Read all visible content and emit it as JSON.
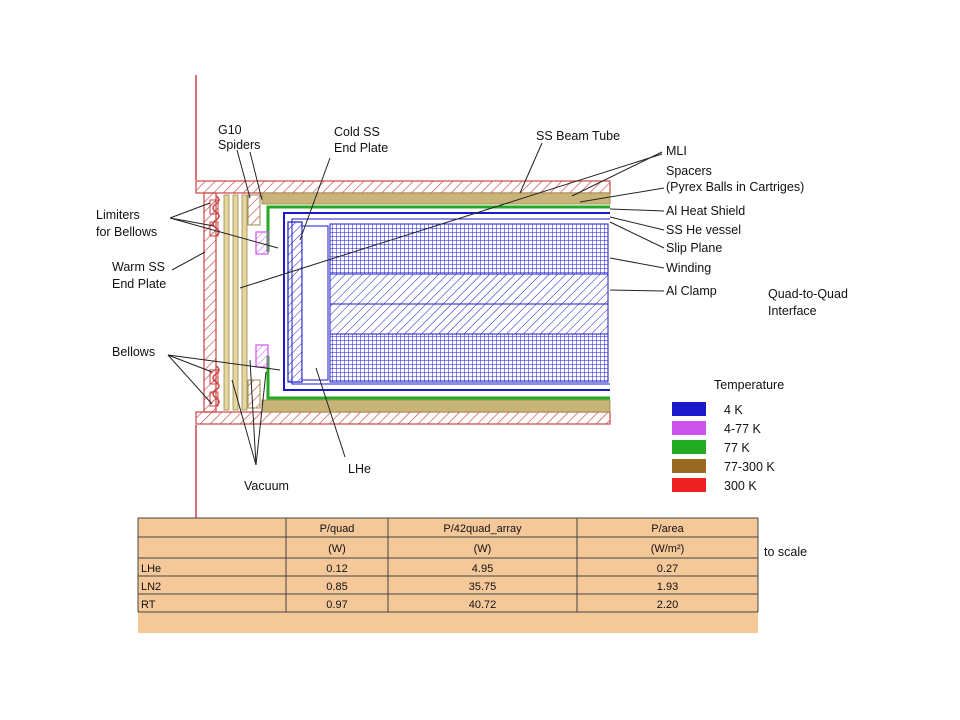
{
  "labels": {
    "g10_line1": "G10",
    "g10_line2": "Spiders",
    "cold_ss_line1": "Cold SS",
    "cold_ss_line2": "End Plate",
    "ss_beam_tube": "SS Beam Tube",
    "mli": "MLI",
    "spacers_line1": "Spacers",
    "spacers_line2": "(Pyrex Balls in Cartriges)",
    "al_heat_shield": "Al Heat Shield",
    "ss_he_vessel": "SS He vessel",
    "slip_plane": "Slip Plane",
    "winding": "Winding",
    "al_clamp": "Al Clamp",
    "quad_line1": "Quad-to-Quad",
    "quad_line2": "Interface",
    "limiters_line1": "Limiters",
    "limiters_line2": "for Bellows",
    "warm_ss_line1": "Warm SS",
    "warm_ss_line2": "End Plate",
    "bellows": "Bellows",
    "vacuum": "Vacuum",
    "lhe": "LHe",
    "to_scale": "to scale"
  },
  "legend": {
    "title": "Temperature",
    "items": [
      {
        "label": "4 K",
        "color": "#1a1acc"
      },
      {
        "label": "4-77 K",
        "color": "#cc55ee"
      },
      {
        "label": "77 K",
        "color": "#22aa22"
      },
      {
        "label": "77-300 K",
        "color": "#9a6a22"
      },
      {
        "label": "300 K",
        "color": "#ee2222"
      }
    ]
  },
  "table": {
    "headers": [
      "",
      "P/quad",
      "P/42quad_array",
      "P/area"
    ],
    "units": [
      "",
      "(W)",
      "(W)",
      "(W/m²)"
    ],
    "rows": [
      [
        "LHe",
        "0.12",
        "4.95",
        "0.27"
      ],
      [
        "LN2",
        "0.85",
        "35.75",
        "1.93"
      ],
      [
        "RT",
        "0.97",
        "40.72",
        "2.20"
      ]
    ]
  },
  "colors": {
    "table_fill": "#f5c89a",
    "blue": "#1a1acc",
    "green": "#22aa22",
    "pink": "#cc4444",
    "tan": "#c8b478",
    "purple": "#cc55ee"
  }
}
